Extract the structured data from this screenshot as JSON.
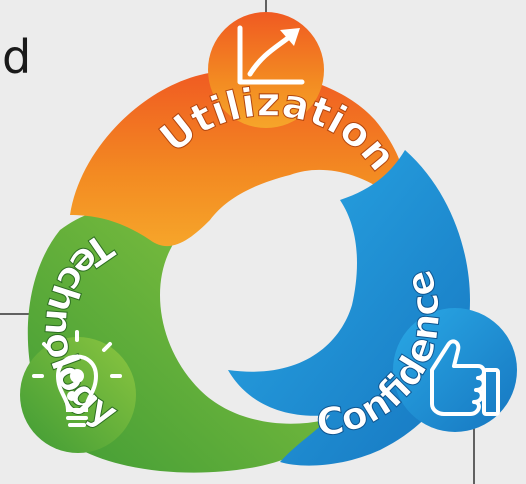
{
  "page": {
    "partial_text": "d"
  },
  "cycle": {
    "segments": [
      {
        "label": "Utilization",
        "icon": "growth-chart-icon",
        "color": "#f07a1c"
      },
      {
        "label": "Confidence",
        "icon": "thumbs-up-icon",
        "color": "#1e90d6"
      },
      {
        "label": "Technology",
        "icon": "lightbulb-gears-icon",
        "color": "#5fb43a"
      }
    ]
  }
}
